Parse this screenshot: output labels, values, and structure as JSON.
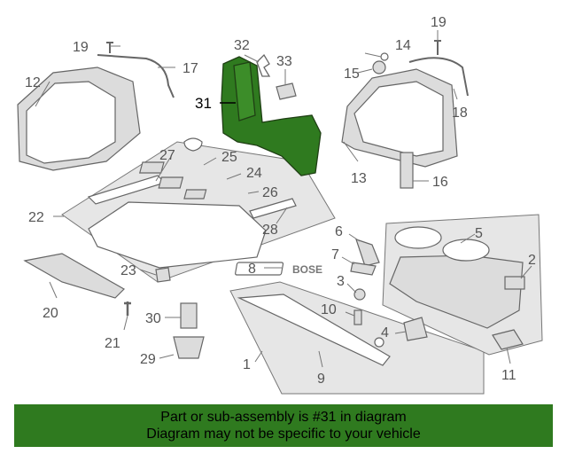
{
  "diagram": {
    "highlight_color": "#2f7a1f",
    "callouts": {
      "c1": "1",
      "c2": "2",
      "c3": "3",
      "c4": "4",
      "c5": "5",
      "c6": "6",
      "c7": "7",
      "c8": "8",
      "c9": "9",
      "c10": "10",
      "c11": "11",
      "c12": "12",
      "c13": "13",
      "c14": "14",
      "c15": "15",
      "c16": "16",
      "c17": "17",
      "c18": "18",
      "c19a": "19",
      "c19b": "19",
      "c20": "20",
      "c21": "21",
      "c22": "22",
      "c23": "23",
      "c24": "24",
      "c25": "25",
      "c26": "26",
      "c27": "27",
      "c28": "28",
      "c29": "29",
      "c30": "30",
      "c31": "31",
      "c32": "32",
      "c33": "33"
    },
    "bose_badge": "BOSE"
  },
  "banner": {
    "line1": "Part or sub-assembly is #31 in diagram",
    "line2": "Diagram may not be specific to your vehicle"
  }
}
